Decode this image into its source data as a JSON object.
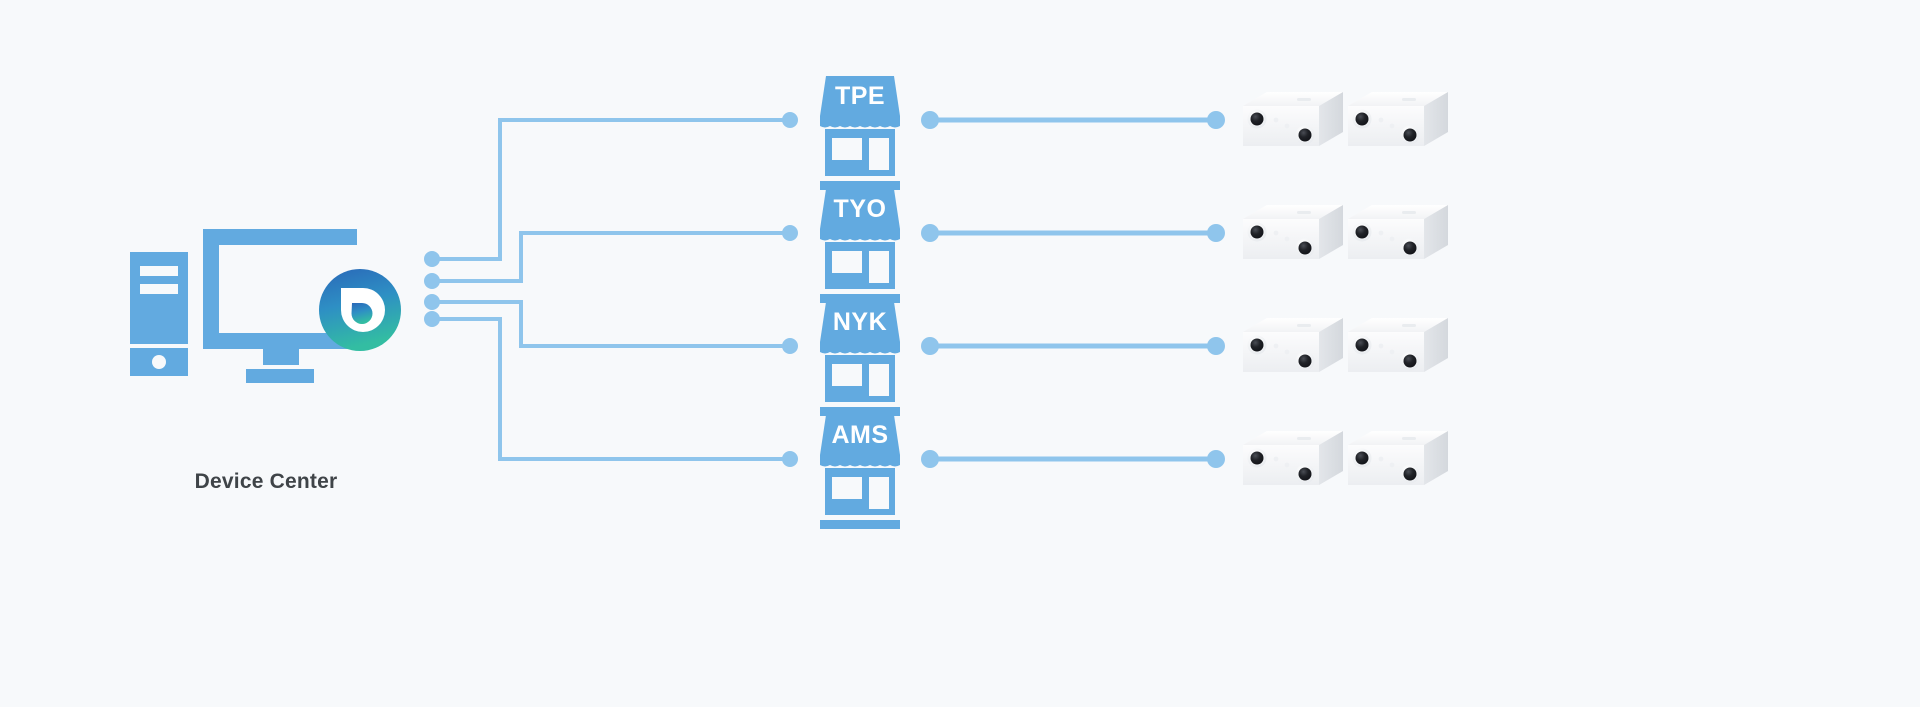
{
  "diagram": {
    "type": "network-topology",
    "title": "Device Center store camera topology",
    "background_color": "#f7f9fb",
    "accent_color": "#6cb2e4",
    "line_color": "#8fc5ec",
    "label_color": "#3f4448"
  },
  "device_center": {
    "label": "Device Center",
    "icons": {
      "tower": "computer-tower-icon",
      "monitor": "monitor-icon",
      "logo": "brand-logo-icon"
    },
    "logo_gradient": {
      "from": "#2a6fbd",
      "to": "#2fb8a4"
    },
    "hub_port_count": 4
  },
  "stores": [
    {
      "code": "TPE",
      "row": 1,
      "camera_count": 2
    },
    {
      "code": "TYO",
      "row": 2,
      "camera_count": 2
    },
    {
      "code": "NYK",
      "row": 3,
      "camera_count": 2
    },
    {
      "code": "AMS",
      "row": 4,
      "camera_count": 2
    }
  ],
  "cameras": {
    "icon": "ip-camera-icon",
    "lens_count": 2,
    "body_color": "#fdfdfe",
    "lens_color": "#1b1b1f",
    "total": 8
  },
  "connections": {
    "hub_to_store": 4,
    "store_to_camera_group": 4,
    "endpoint_dot_radius": 8
  }
}
